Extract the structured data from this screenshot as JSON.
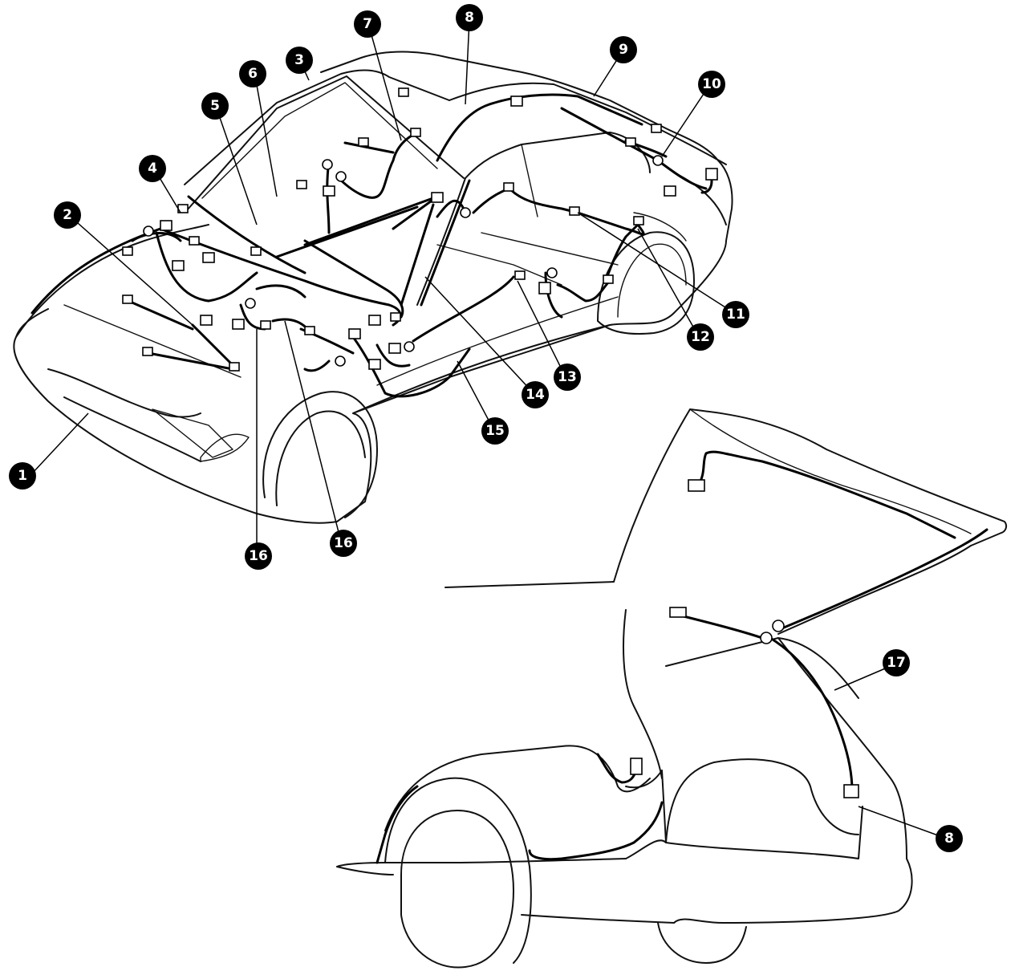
{
  "callouts": [
    {
      "key": "c1",
      "label": "1"
    },
    {
      "key": "c2",
      "label": "2"
    },
    {
      "key": "c3",
      "label": "3"
    },
    {
      "key": "c4",
      "label": "4"
    },
    {
      "key": "c5",
      "label": "5"
    },
    {
      "key": "c6",
      "label": "6"
    },
    {
      "key": "c7",
      "label": "7"
    },
    {
      "key": "c8a",
      "label": "8"
    },
    {
      "key": "c9",
      "label": "9"
    },
    {
      "key": "c10",
      "label": "10"
    },
    {
      "key": "c11",
      "label": "11"
    },
    {
      "key": "c12",
      "label": "12"
    },
    {
      "key": "c13",
      "label": "13"
    },
    {
      "key": "c14",
      "label": "14"
    },
    {
      "key": "c15",
      "label": "15"
    },
    {
      "key": "c16a",
      "label": "16"
    },
    {
      "key": "c16b",
      "label": "16"
    },
    {
      "key": "c17",
      "label": "17"
    },
    {
      "key": "c8b",
      "label": "8"
    }
  ]
}
